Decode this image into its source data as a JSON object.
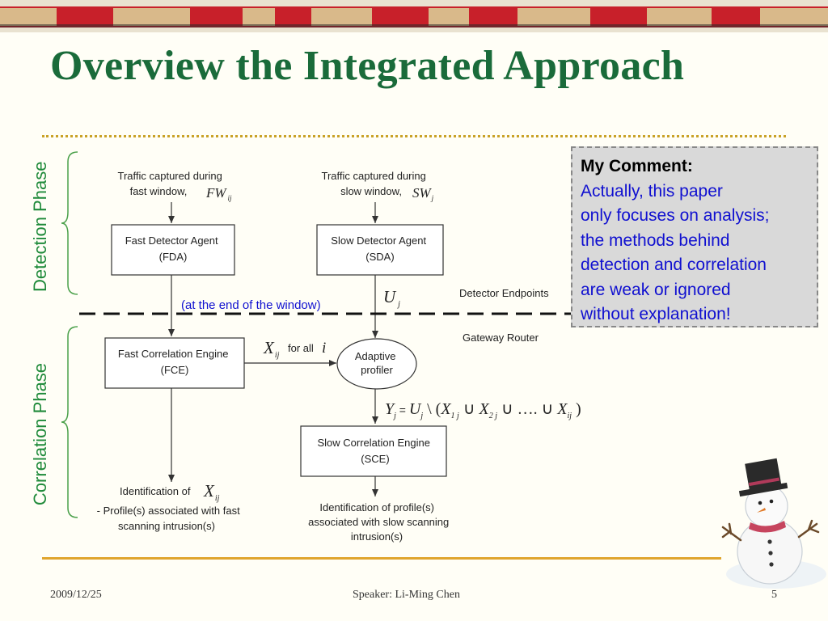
{
  "slide": {
    "title": "Overview the Integrated Approach",
    "phases": {
      "detection": "Detection Phase",
      "correlation": "Correlation Phase"
    },
    "comment": {
      "heading": "My Comment:",
      "lines": [
        "Actually, this paper",
        "only focuses on analysis;",
        "the methods behind",
        "detection and correlation",
        "are weak or ignored",
        "without explanation!"
      ]
    },
    "footer": {
      "date": "2009/12/25",
      "speaker": "Speaker: Li-Ming Chen",
      "page": "5"
    }
  },
  "diagram": {
    "traffic_fast": [
      "Traffic captured during",
      "fast window,"
    ],
    "fw_symbol": "FW",
    "fw_sub": "ij",
    "traffic_slow": [
      "Traffic captured during",
      "slow window,"
    ],
    "sw_symbol": "SW",
    "sw_sub": "j",
    "fda": [
      "Fast Detector Agent",
      "(FDA)"
    ],
    "sda": [
      "Slow Detector Agent",
      "(SDA)"
    ],
    "end_of_window": "(at the end of the window)",
    "uj_symbol": "U",
    "uj_sub": "j",
    "detector_endpoints": "Detector Endpoints",
    "gateway_router": "Gateway Router",
    "fce": [
      "Fast Correlation Engine",
      "(FCE)"
    ],
    "xij_symbol": "X",
    "xij_sub": "ij",
    "for_all": "for all",
    "i_symbol": "i",
    "profiler": [
      "Adaptive",
      "profiler"
    ],
    "yj_formula": {
      "y": "Y",
      "y_sub": "j",
      "eq": " = ",
      "u": "U",
      "u_sub": "j",
      "mid": " \\ (",
      "x1": "X",
      "x1_sub": "1 j",
      "union": " ∪ ",
      "x2": "X",
      "x2_sub": "2 j",
      "dots": " ∪ …. ∪ ",
      "xi": "X",
      "xi_sub": "ij",
      "close": " )"
    },
    "sce": [
      "Slow Correlation Engine",
      "(SCE)"
    ],
    "ident_fast_label": "Identification of",
    "ident_fast_symbol": "X",
    "ident_fast_sub": "ij",
    "ident_fast_rest": [
      "- Profile(s) associated with fast",
      "scanning intrusion(s)"
    ],
    "ident_slow": [
      "Identification of profile(s)",
      "associated with slow scanning",
      "intrusion(s)"
    ]
  }
}
